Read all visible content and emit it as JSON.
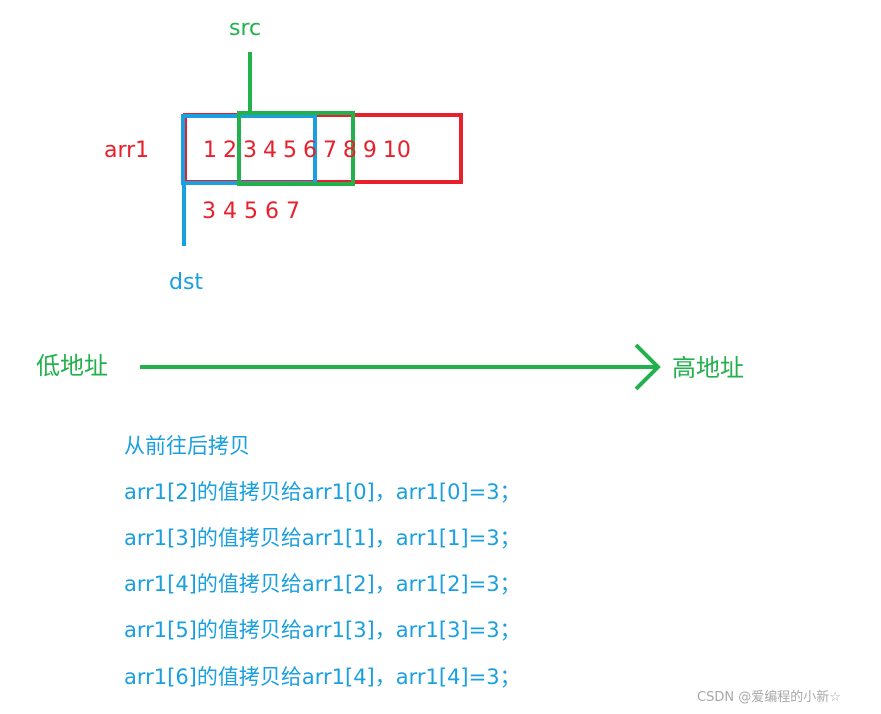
{
  "diagram": {
    "src_label": "src",
    "dst_label": "dst",
    "array_name": "arr1",
    "array_values": "1 2 3 4 5 6 7 8 9 10",
    "result_values": "3 4 5 6 7",
    "low_address": "低地址",
    "high_address": "高地址",
    "colors": {
      "array": "#e8202c",
      "src": "#22b14c",
      "dst": "#1a9fe0"
    }
  },
  "explanation": {
    "title": "从前往后拷贝",
    "lines": [
      "arr1[2]的值拷贝给arr1[0]，arr1[0]=3；",
      "arr1[3]的值拷贝给arr1[1]，arr1[1]=3；",
      "arr1[4]的值拷贝给arr1[2]，arr1[2]=3；",
      "arr1[5]的值拷贝给arr1[3]，arr1[3]=3；",
      "arr1[6]的值拷贝给arr1[4]，arr1[4]=3；"
    ]
  },
  "watermark": "CSDN @爱编程的小新☆"
}
